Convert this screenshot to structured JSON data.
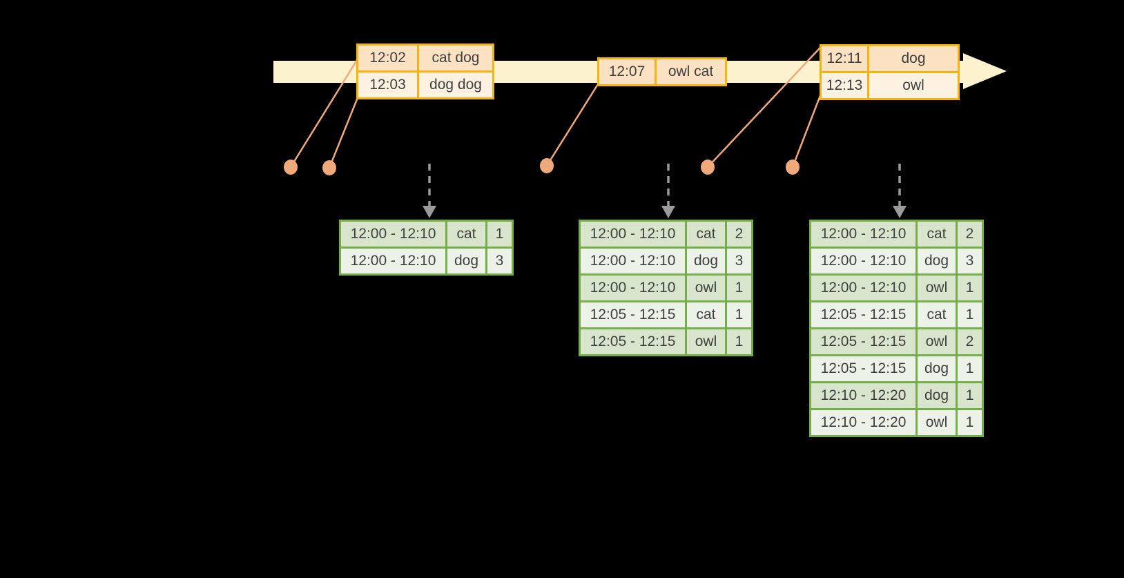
{
  "colors": {
    "background": "#000000",
    "timeline_fill": "#fcf2cd",
    "event_border": "#f5b40f",
    "event_row_dark": "#fce2c3",
    "event_row_light": "#fdf2e2",
    "connector": "#f0a97a",
    "result_border": "#76ad4b",
    "result_row_dark": "#d8e5cc",
    "result_row_light": "#edf2e8",
    "trigger_arrow": "#9b9b9b",
    "table_text": "#3f3f3f"
  },
  "timeline": {
    "direction": "left-to-right"
  },
  "event_tables": [
    {
      "name": "events-12-02-12-03",
      "rows": [
        {
          "time": "12:02",
          "words": "cat dog"
        },
        {
          "time": "12:03",
          "words": "dog dog"
        }
      ]
    },
    {
      "name": "events-12-07",
      "rows": [
        {
          "time": "12:07",
          "words": "owl cat"
        }
      ]
    },
    {
      "name": "events-12-11-12-13",
      "rows": [
        {
          "time": "12:11",
          "words": "dog"
        },
        {
          "time": "12:13",
          "words": "owl"
        }
      ]
    }
  ],
  "result_tables": [
    {
      "name": "result-table-trigger-1",
      "rows": [
        {
          "window": "12:00 - 12:10",
          "word": "cat",
          "count": "1"
        },
        {
          "window": "12:00 - 12:10",
          "word": "dog",
          "count": "3"
        }
      ]
    },
    {
      "name": "result-table-trigger-2",
      "rows": [
        {
          "window": "12:00 - 12:10",
          "word": "cat",
          "count": "2"
        },
        {
          "window": "12:00 - 12:10",
          "word": "dog",
          "count": "3"
        },
        {
          "window": "12:00 - 12:10",
          "word": "owl",
          "count": "1"
        },
        {
          "window": "12:05 - 12:15",
          "word": "cat",
          "count": "1"
        },
        {
          "window": "12:05 - 12:15",
          "word": "owl",
          "count": "1"
        }
      ]
    },
    {
      "name": "result-table-trigger-3",
      "rows": [
        {
          "window": "12:00 - 12:10",
          "word": "cat",
          "count": "2"
        },
        {
          "window": "12:00 - 12:10",
          "word": "dog",
          "count": "3"
        },
        {
          "window": "12:00 - 12:10",
          "word": "owl",
          "count": "1"
        },
        {
          "window": "12:05 - 12:15",
          "word": "cat",
          "count": "1"
        },
        {
          "window": "12:05 - 12:15",
          "word": "owl",
          "count": "2"
        },
        {
          "window": "12:05 - 12:15",
          "word": "dog",
          "count": "1"
        },
        {
          "window": "12:10 - 12:20",
          "word": "dog",
          "count": "1"
        },
        {
          "window": "12:10 - 12:20",
          "word": "owl",
          "count": "1"
        }
      ]
    }
  ]
}
